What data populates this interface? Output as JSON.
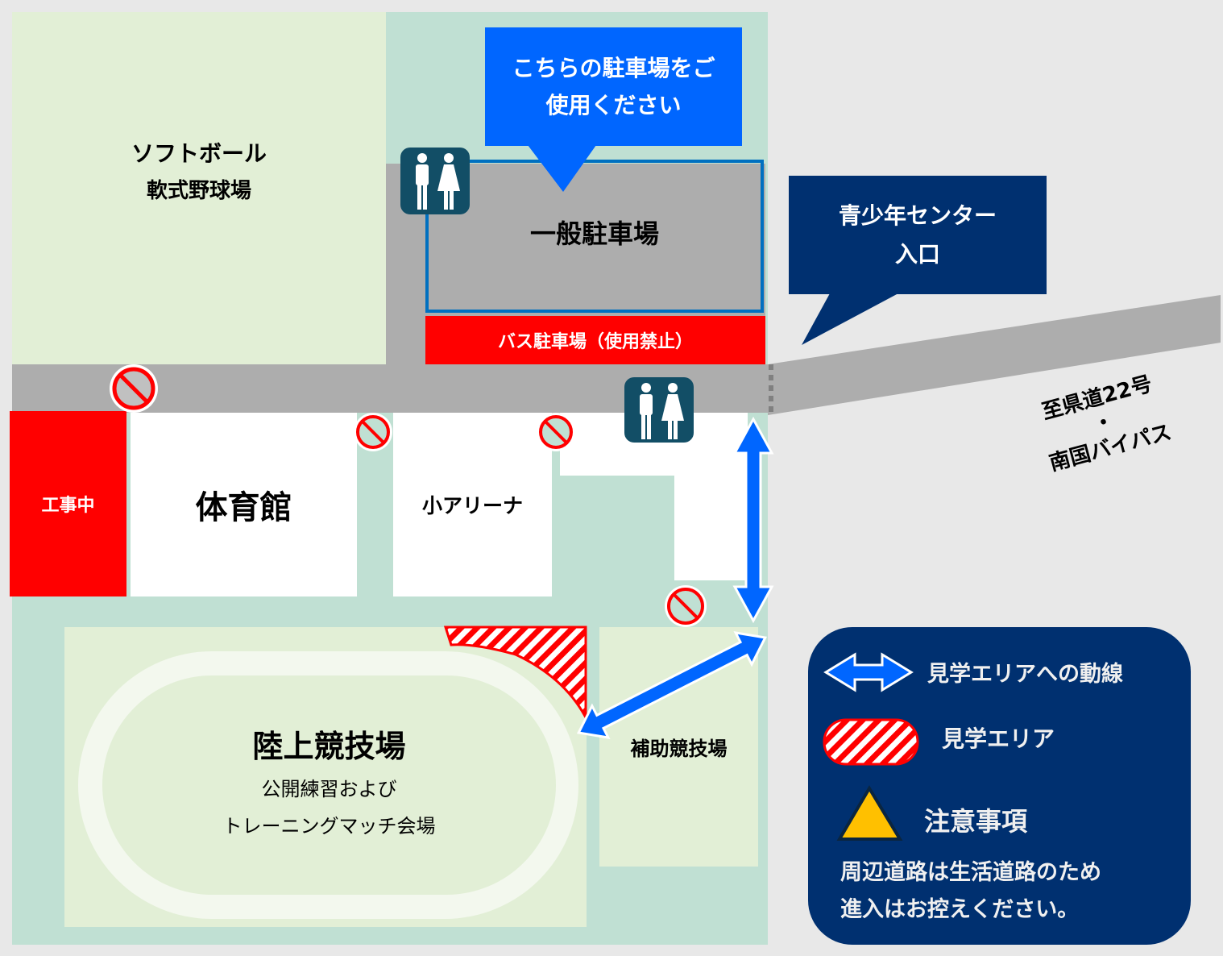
{
  "map": {
    "softball": {
      "line1": "ソフトボール",
      "line2": "軟式野球場"
    },
    "parking_callout": {
      "line1": "こちらの駐車場をご",
      "line2": "使用ください"
    },
    "general_parking": "一般駐車場",
    "bus_parking": "バス駐車場（使用禁止）",
    "youth_center_callout": {
      "line1": "青少年センター",
      "line2": "入口"
    },
    "road_direction": {
      "line1": "至県道22号",
      "line2": "・",
      "line3": "南国バイパス"
    },
    "construction": "工事中",
    "gymnasium": "体育館",
    "small_arena": "小アリーナ",
    "stadium": {
      "title": "陸上競技場",
      "line1": "公開練習および",
      "line2": "トレーニングマッチ会場"
    },
    "sub_field": "補助競技場"
  },
  "legend": {
    "route": "見学エリアへの動線",
    "viewing_area": "見学エリア",
    "caution_title": "注意事項",
    "caution_line1": "周辺道路は生活道路のため",
    "caution_line2": "進入はお控えください。"
  },
  "colors": {
    "route_blue": "#0066ff",
    "navy": "#003070",
    "red": "#ff0000",
    "road": "#adadad",
    "site_green": "#c0e0d3",
    "field_green": "#e2efd6"
  }
}
